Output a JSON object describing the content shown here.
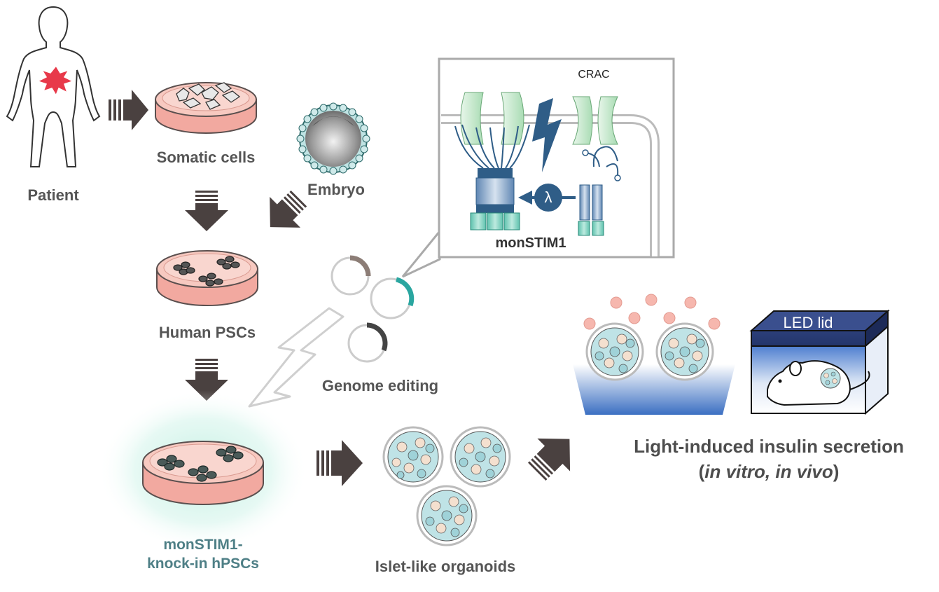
{
  "labels": {
    "patient": "Patient",
    "somatic_cells": "Somatic cells",
    "embryo": "Embryo",
    "human_pscs": "Human PSCs",
    "genome_editing": "Genome editing",
    "monstim1_line1": "monSTIM1-",
    "monstim1_line2": "knock-in hPSCs",
    "islet_organoids": "Islet-like organoids",
    "crac": "CRAC",
    "monstim1_inset": "monSTIM1",
    "lambda": "λ",
    "led_lid": "LED lid",
    "light_title": "Light-induced insulin secretion",
    "in_vitro_open": "(",
    "in_vitro_italic": "in vitro, in vivo",
    "in_vitro_close": ")"
  },
  "colors": {
    "arrow": "#4a4140",
    "dish_fill": "#f7c9c0",
    "dish_stroke": "#5a4f4e",
    "cell_dark": "#3e3e3e",
    "teal": "#2aa6a0",
    "membrane_blue": "#2f5d87",
    "green_channel": "#bfe6c6",
    "light_blue": "#3d6fb8",
    "insulin_pink": "#f6b7ae",
    "glow": "#bfeee0",
    "patient_pain": "#e8394a"
  },
  "icons": {
    "patient": "human-silhouette-icon",
    "lightning": "lightning-bolt-icon",
    "mouse": "mouse-icon"
  }
}
